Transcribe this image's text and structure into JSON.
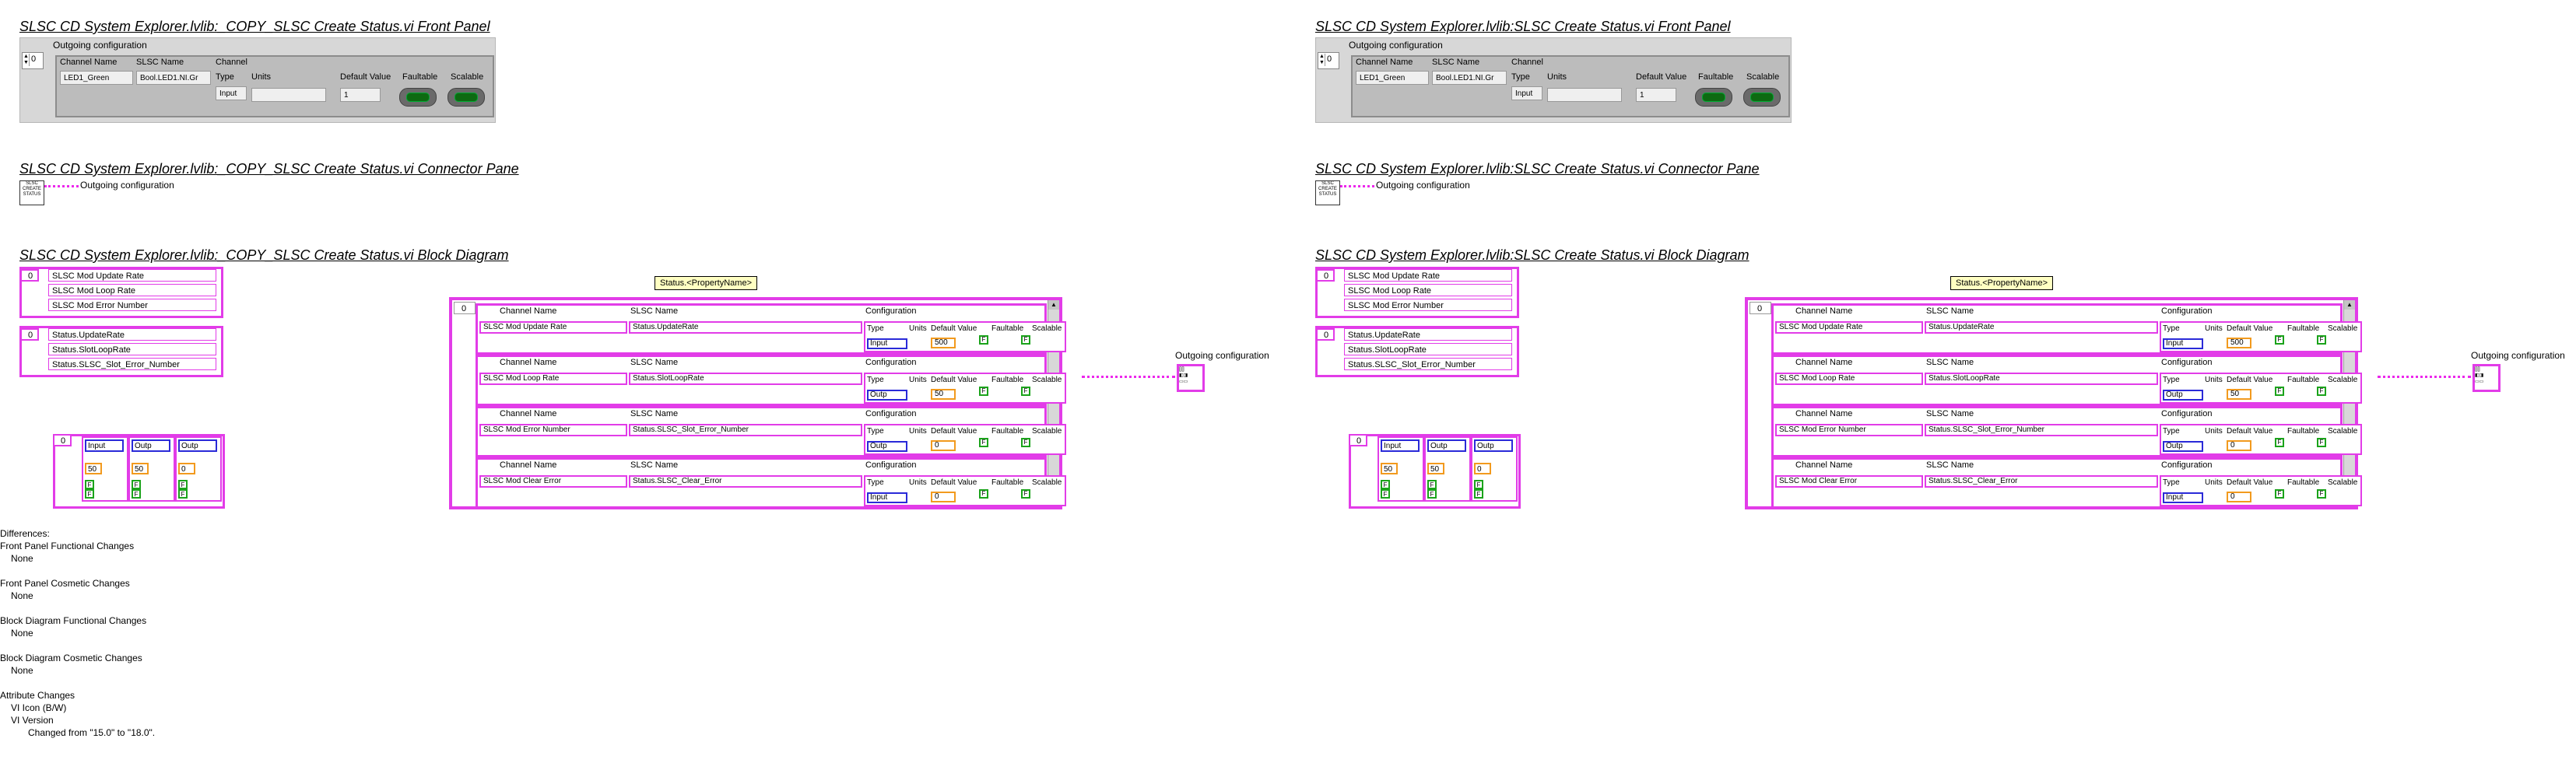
{
  "panes": [
    {
      "titles": {
        "front_panel": "SLSC CD System Explorer.lvlib:_COPY_SLSC Create Status.vi Front Panel",
        "connector_pane": "SLSC CD System Explorer.lvlib:_COPY_SLSC Create Status.vi Connector Pane",
        "block_diagram": "SLSC CD System Explorer.lvlib:_COPY_SLSC Create Status.vi Block Diagram"
      }
    },
    {
      "titles": {
        "front_panel": "SLSC CD System Explorer.lvlib:SLSC Create Status.vi Front Panel",
        "connector_pane": "SLSC CD System Explorer.lvlib:SLSC Create Status.vi Connector Pane",
        "block_diagram": "SLSC CD System Explorer.lvlib:SLSC Create Status.vi Block Diagram"
      }
    }
  ],
  "front_panel": {
    "caption": "Outgoing configuration",
    "index": "0",
    "headers": {
      "channel_name": "Channel Name",
      "slsc_name": "SLSC Name",
      "channel": "Channel",
      "type": "Type",
      "units": "Units",
      "default_value": "Default Value",
      "faultable": "Faultable",
      "scalable": "Scalable"
    },
    "row": {
      "channel_name": "LED1_Green",
      "slsc_name": "Bool.LED1.NI.Gr",
      "type": "Input",
      "units": "",
      "default_value": "1"
    }
  },
  "connector": {
    "icon_text": "SLSC CREATE STATUS",
    "label": "Outgoing configuration"
  },
  "block_diagram": {
    "index": "0",
    "channel_names": [
      "SLSC Mod Update Rate",
      "SLSC Mod Loop Rate",
      "SLSC Mod Error Number"
    ],
    "slsc_names": [
      "Status.UpdateRate",
      "Status.SlotLoopRate",
      "Status.SLSC_Slot_Error_Number"
    ],
    "enum_array": [
      {
        "type": "Input",
        "value": "50",
        "bools": [
          "F",
          "F"
        ]
      },
      {
        "type": "Outp",
        "value": "50",
        "bools": [
          "F",
          "F"
        ]
      },
      {
        "type": "Outp",
        "value": "0",
        "bools": [
          "F",
          "F"
        ]
      }
    ],
    "property_label": "Status.<PropertyName>",
    "config_headers": {
      "channel_name": "Channel Name",
      "slsc_name": "SLSC Name",
      "configuration": "Configuration",
      "type": "Type",
      "units": "Units",
      "default_value": "Default Value",
      "faultable": "Faultable",
      "scalable": "Scalable"
    },
    "clusters": [
      {
        "channel_name": "SLSC Mod Update Rate",
        "slsc_name": "Status.UpdateRate",
        "type": "Input",
        "default": "500",
        "faultable": "F",
        "scalable": "F"
      },
      {
        "channel_name": "SLSC Mod Loop Rate",
        "slsc_name": "Status.SlotLoopRate",
        "type": "Outp",
        "default": "50",
        "faultable": "F",
        "scalable": "F"
      },
      {
        "channel_name": "SLSC Mod Error Number",
        "slsc_name": "Status.SLSC_Slot_Error_Number",
        "type": "Outp",
        "default": "0",
        "faultable": "F",
        "scalable": "F"
      },
      {
        "channel_name": "SLSC Mod Clear Error",
        "slsc_name": "Status.SLSC_Clear_Error",
        "type": "Input",
        "default": "0",
        "faultable": "F",
        "scalable": "F"
      }
    ],
    "output_label": "Outgoing configuration"
  },
  "differences": {
    "heading": "Differences:",
    "fp_functional": "Front Panel Functional Changes",
    "fp_functional_val": "None",
    "fp_cosmetic": "Front Panel Cosmetic Changes",
    "fp_cosmetic_val": "None",
    "bd_functional": "Block Diagram Functional Changes",
    "bd_functional_val": "None",
    "bd_cosmetic": "Block Diagram Cosmetic Changes",
    "bd_cosmetic_val": "None",
    "attr": "Attribute Changes",
    "attr_icon": "VI Icon (B/W)",
    "attr_version": "VI Version",
    "attr_version_detail": "Changed from \"15.0\" to \"18.0\"."
  }
}
